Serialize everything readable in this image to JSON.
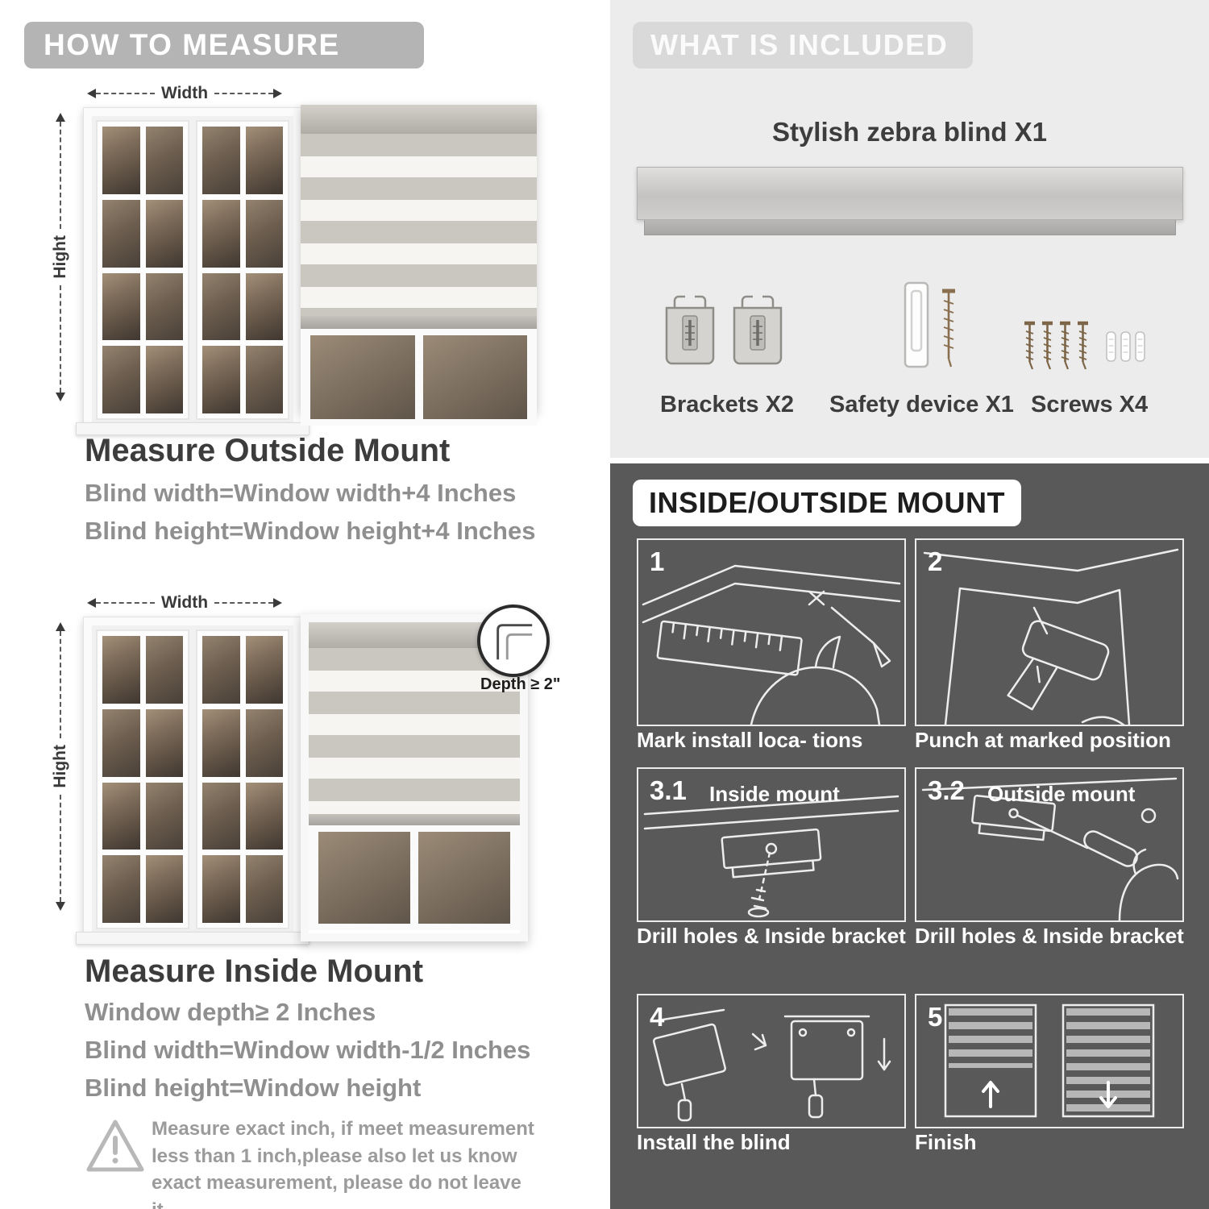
{
  "left": {
    "header": "HOW TO MEASURE",
    "outside": {
      "width_label": "Width",
      "height_label": "Hight",
      "title": "Measure Outside Mount",
      "rule1": "Blind width=Window width+4 Inches",
      "rule2": "Blind height=Window height+4 Inches"
    },
    "inside": {
      "width_label": "Width",
      "height_label": "Hight",
      "depth_callout": "Depth ≥ 2\"",
      "title": "Measure Inside Mount",
      "rule1": "Window depth≥ 2 Inches",
      "rule2": "Blind width=Window width-1/2 Inches",
      "rule3": "Blind height=Window height"
    },
    "warning_note": "Measure exact inch, if meet measurement less than 1 inch,please also let us know exact measurement, please do not leave it"
  },
  "right": {
    "included": {
      "header": "WHAT IS INCLUDED",
      "blind_label": "Stylish zebra blind X1",
      "items": [
        {
          "label": "Brackets X2",
          "icon": "bracket-icon"
        },
        {
          "label": "Safety device X1",
          "icon": "safety-device-icon"
        },
        {
          "label": "Screws X4",
          "icon": "screw-icon"
        }
      ]
    },
    "mount": {
      "header": "INSIDE/OUTSIDE MOUNT",
      "steps": [
        {
          "num": "1",
          "caption": "Mark install loca- tions"
        },
        {
          "num": "2",
          "caption": "Punch at  marked position"
        },
        {
          "num": "3.1",
          "label": "Inside mount",
          "caption": "Drill holes &  Inside bracket"
        },
        {
          "num": "3.2",
          "label": "Outside mount",
          "caption": "Drill holes &  Inside bracket"
        },
        {
          "num": "4",
          "caption": "Install the blind"
        },
        {
          "num": "5",
          "caption": "Finish"
        }
      ]
    }
  },
  "colors": {
    "header_gray": "#b4b4b4",
    "light_panel": "#ececec",
    "dark_panel": "#595959",
    "text_dark": "#3c3c3c",
    "text_gray": "#8f8f8f"
  }
}
